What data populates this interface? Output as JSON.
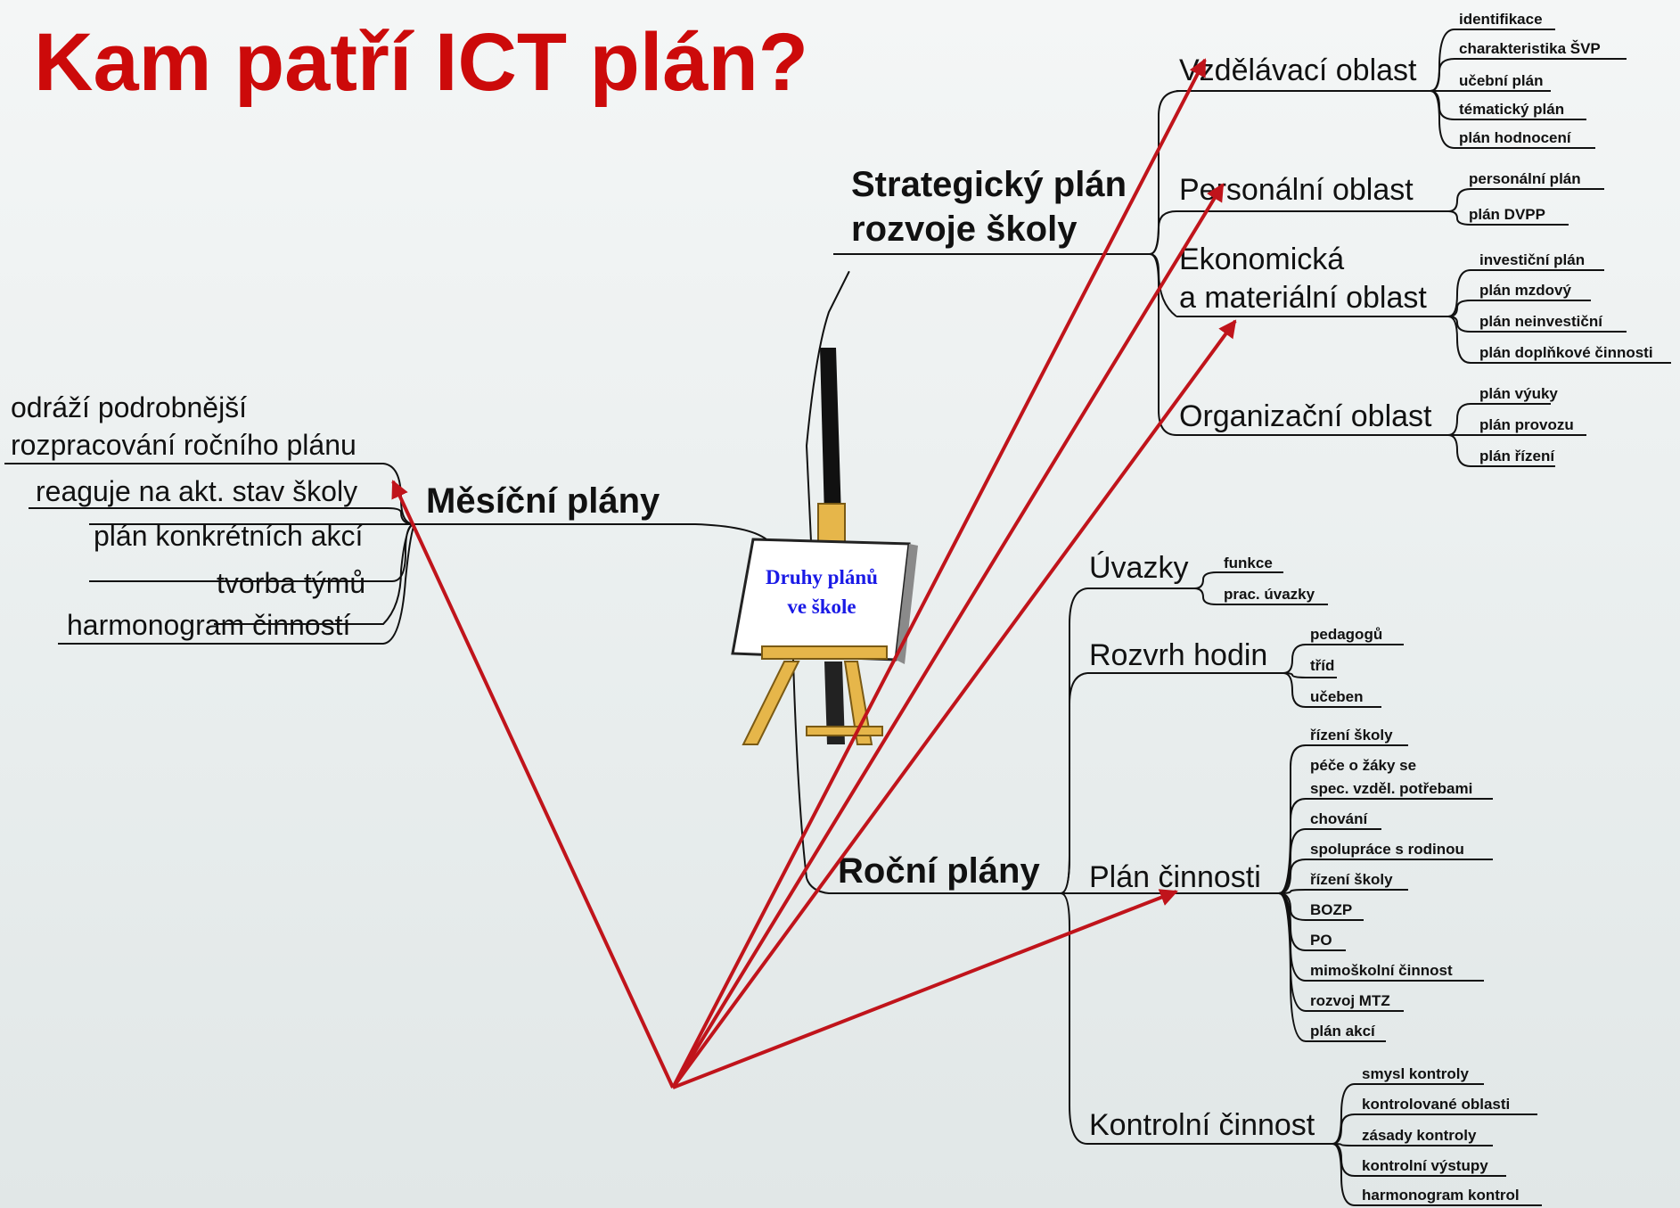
{
  "title": "Kam patří ICT plán?",
  "center": {
    "line1": "Druhy plánů",
    "line2": "ve škole"
  },
  "strategic": {
    "title_line1": "Strategický plán",
    "title_line2": "rozvoje školy",
    "areas": [
      {
        "label": "Vzdělávací oblast",
        "items": [
          "identifikace",
          "charakteristika ŠVP",
          "učební plán",
          "tématický plán",
          "plán hodnocení"
        ]
      },
      {
        "label": "Personální oblast",
        "items": [
          "personální plán",
          "plán DVPP"
        ]
      },
      {
        "label_line1": "Ekonomická",
        "label_line2": "a materiální oblast",
        "items": [
          "investiční plán",
          "plán mzdový",
          "plán neinvestiční",
          "plán doplňkové činnosti"
        ]
      },
      {
        "label": "Organizační oblast",
        "items": [
          "plán výuky",
          "plán provozu",
          "plán řízení"
        ]
      }
    ]
  },
  "monthly": {
    "title": "Měsíční plány",
    "items": [
      "odráží podrobnější",
      "rozpracování ročního plánu",
      "reaguje na akt. stav školy",
      "plán konkrétních akcí",
      "tvorba týmů",
      "harmonogram činností"
    ]
  },
  "annual": {
    "title": "Roční plány",
    "sections": [
      {
        "label": "Úvazky",
        "items": [
          "funkce",
          "prac. úvazky"
        ]
      },
      {
        "label": "Rozvrh hodin",
        "items": [
          "pedagogů",
          "tříd",
          "učeben"
        ]
      },
      {
        "label": "Plán činnosti",
        "items": [
          "řízení školy",
          "péče o žáky se",
          "spec. vzděl. potřebami",
          "chování",
          "spolupráce s rodinou",
          "řízení školy",
          "BOZP",
          "PO",
          "mimoškolní činnost",
          "rozvoj MTZ",
          "plán akcí"
        ]
      },
      {
        "label": "Kontrolní činnost",
        "items": [
          "smysl kontroly",
          "kontrolované oblasti",
          "zásady kontroly",
          "kontrolní výstupy",
          "harmonogram kontrol"
        ]
      }
    ]
  },
  "colors": {
    "title": "#cc0a0a",
    "arrows": "#c0141b",
    "center_text": "#1a1ae6"
  }
}
